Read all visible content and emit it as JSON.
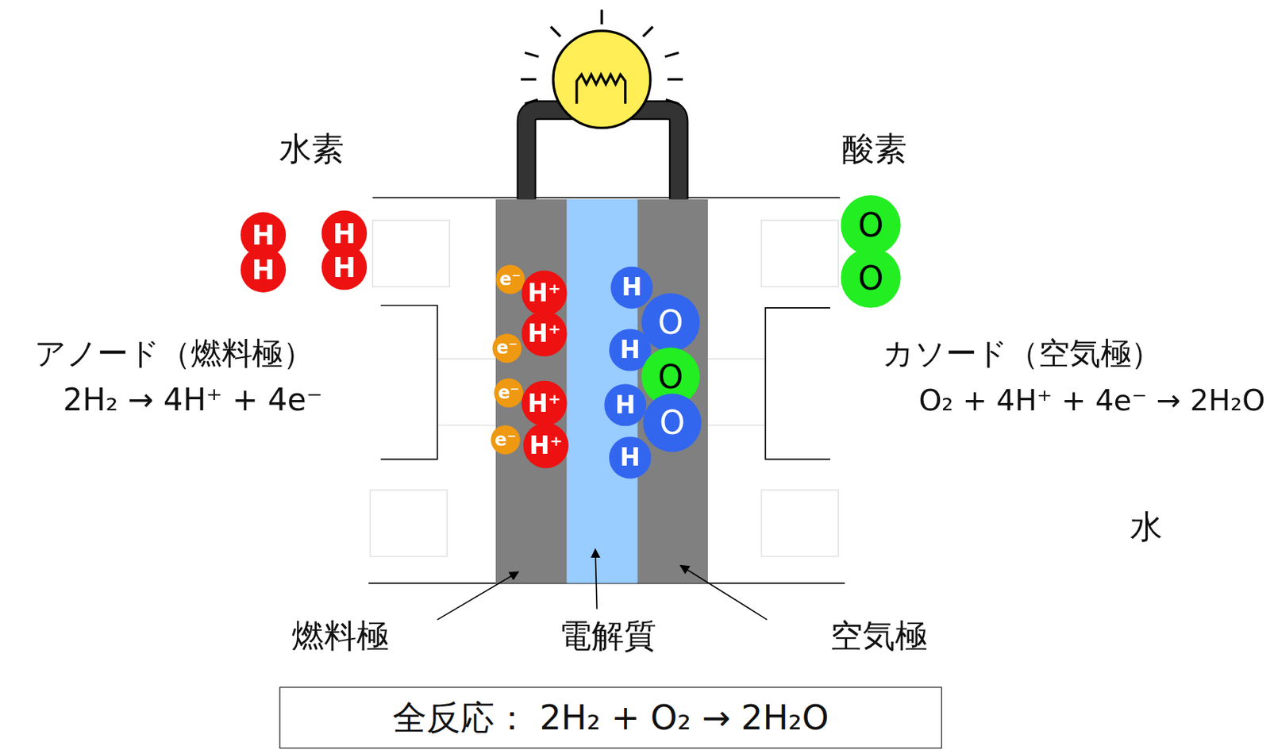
{
  "diagram": {
    "caption": "全反応： 2H₂ + O₂ → 2H₂O",
    "nodes": [
      {
        "text": [
          "H"
        ]
      },
      {
        "text": [
          "H"
        ]
      },
      {
        "text": [
          "H"
        ]
      },
      {
        "text": [
          "H"
        ]
      },
      {
        "text": [
          "O"
        ]
      },
      {
        "text": [
          "O"
        ]
      },
      {
        "text": [
          "e⁻"
        ]
      },
      {
        "text": [
          "H⁺"
        ]
      },
      {
        "text": [
          "e⁻"
        ]
      },
      {
        "text": [
          "H⁺"
        ]
      },
      {
        "text": [
          "e⁻"
        ]
      },
      {
        "text": [
          "H⁺"
        ]
      },
      {
        "text": [
          "e⁻"
        ]
      },
      {
        "text": [
          "H⁺"
        ]
      },
      {
        "text": [
          "H"
        ]
      },
      {
        "text": [
          "O"
        ]
      },
      {
        "text": [
          "H"
        ]
      },
      {
        "text": [
          "O"
        ]
      },
      {
        "text": [
          "H"
        ]
      },
      {
        "text": [
          "O"
        ]
      },
      {
        "text": [
          "H"
        ]
      }
    ],
    "labels": [
      "水素",
      "酸素",
      "アノード（燃料極）",
      "2H₂ → 4H⁺ + 4e⁻",
      "カソード（空気極）",
      "O₂ + 4H⁺ + 4e⁻ → 2H₂O",
      "水",
      "燃料極",
      "電解質",
      "空気極"
    ]
  }
}
